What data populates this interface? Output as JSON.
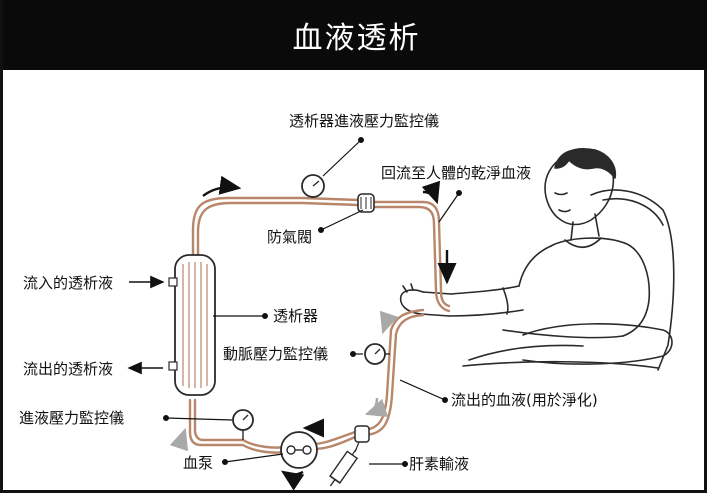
{
  "title": "血液透析",
  "labels": {
    "dialyzer_inlet_monitor": "透析器進液壓力監控儀",
    "return_clean_blood": "回流至人體的乾淨血液",
    "air_valve": "防氣閥",
    "dialysate_in": "流入的透析液",
    "dialyzer": "透析器",
    "arterial_monitor": "動脈壓力監控儀",
    "dialysate_out": "流出的透析液",
    "blood_out": "流出的血液(用於淨化)",
    "inlet_pressure_monitor": "進液壓力監控儀",
    "blood_pump": "血泵",
    "heparin_infusion": "肝素輸液"
  },
  "colors": {
    "title_bg": "#0a0a0a",
    "tube": "#b8876a",
    "line": "#111111",
    "arrow_grey": "#a9a9a9"
  }
}
